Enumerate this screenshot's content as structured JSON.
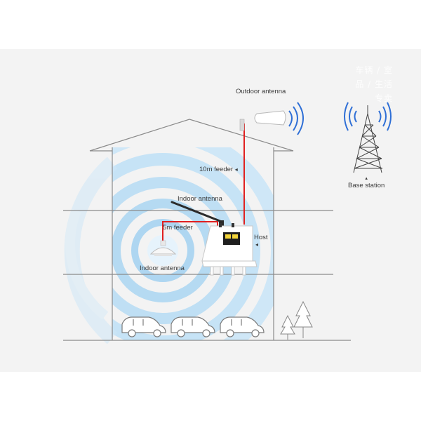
{
  "labels": {
    "outdoor_antenna": "Outdoor antenna",
    "feeder_10m": "10m feeder",
    "indoor_antenna_top": "Indoor antenna",
    "feeder_5m": "5m feeder",
    "host": "Host",
    "indoor_antenna_bottom": "Indoor antenna",
    "base_station": "Base station"
  },
  "arrows": {
    "feeder_10m": "◂",
    "host": "◂",
    "base_station": "▴"
  },
  "watermark": [
    "车辆 / 室",
    "品 / 生活",
    "专卖"
  ],
  "colors": {
    "feeder": "#e02020",
    "signal": "#2f6fd6",
    "coverage": "#7cc0ea",
    "house_line": "#8a8a8a"
  }
}
